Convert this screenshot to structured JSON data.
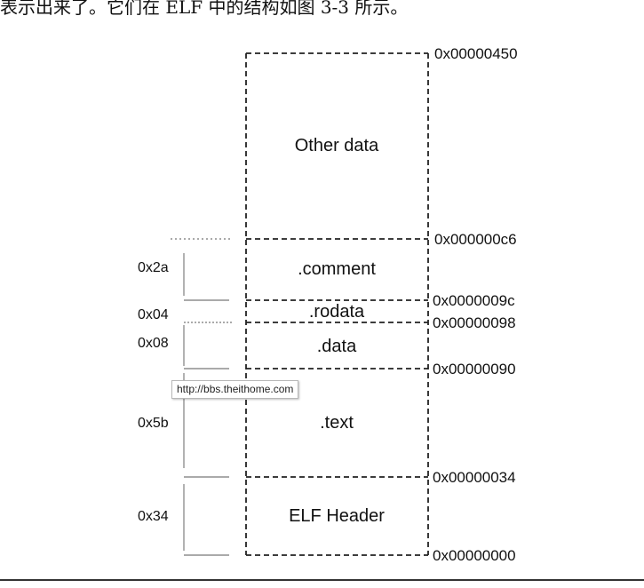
{
  "caption": "表示出来了。它们在 ELF 中的结构如图 3-3 所示。",
  "segments": [
    {
      "name": "Other data",
      "start_address": "0x000000c6",
      "end_address": "0x00000450"
    },
    {
      "name": ".comment",
      "start_address": "0x0000009c",
      "end_address": "0x000000c6",
      "size": "0x2a"
    },
    {
      "name": ".rodata",
      "start_address": "0x00000098",
      "end_address": "0x0000009c",
      "size": "0x04"
    },
    {
      "name": ".data",
      "start_address": "0x00000090",
      "end_address": "0x00000098",
      "size": "0x08"
    },
    {
      "name": ".text",
      "start_address": "0x00000034",
      "end_address": "0x00000090",
      "size": "0x5b"
    },
    {
      "name": "ELF Header",
      "start_address": "0x00000000",
      "end_address": "0x00000034",
      "size": "0x34"
    }
  ],
  "addresses": [
    "0x00000450",
    "0x000000c6",
    "0x0000009c",
    "0x00000098",
    "0x00000090",
    "0x00000034",
    "0x00000000"
  ],
  "sizes": [
    "0x2a",
    "0x04",
    "0x08",
    "0x5b",
    "0x34"
  ],
  "watermark": "http://bbs.theithome.com"
}
